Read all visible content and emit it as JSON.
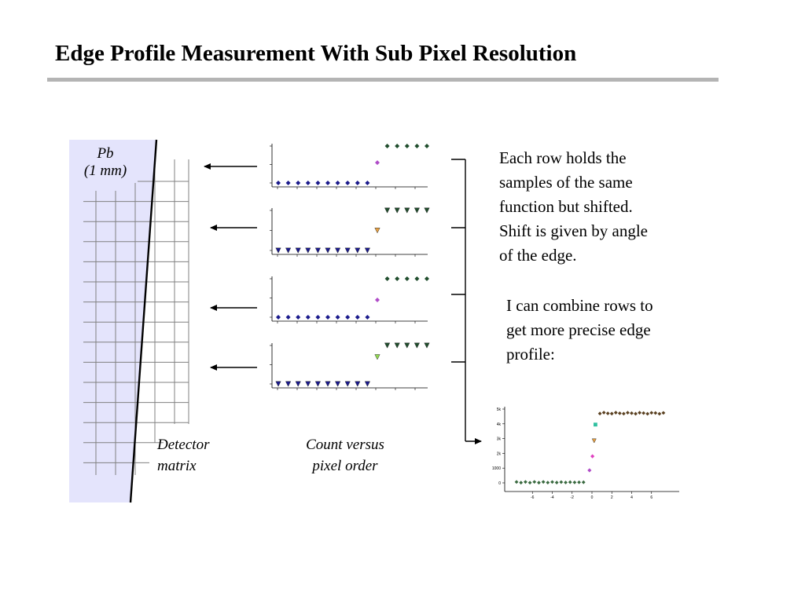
{
  "slide": {
    "title": "Edge Profile Measurement With Sub Pixel Resolution"
  },
  "labels": {
    "pb_line1": "Pb",
    "pb_line2": "(1 mm)",
    "detector_line1": "Detector",
    "detector_line2": "matrix",
    "count_line1": "Count versus",
    "count_line2": "pixel order"
  },
  "text": {
    "paragraph1": "Each row holds the\nsamples of the same\nfunction but shifted.\nShift is given by angle\nof the edge.",
    "paragraph2": "I can combine rows to\nget more precise edge\nprofile:"
  },
  "colors": {
    "lead_fill": "#e4e4fc",
    "grid_line": "#808080",
    "low_marker": "#1a1a8c",
    "high_marker": "#1f4d2c",
    "transition_diamond": "#b04cc8",
    "transition_triangle": "#e8a040",
    "transition_triangle_green": "#90d850",
    "combined_low": "#3048b8",
    "combined_high": "#5a4020",
    "combined_cyan": "#30c0a0",
    "combined_magenta": "#e040c0"
  },
  "chart_data": [
    {
      "type": "scatter",
      "marker": "diamond",
      "x": [
        1,
        2,
        3,
        4,
        5,
        6,
        7,
        8,
        9,
        10,
        11,
        12,
        13,
        14,
        15,
        16
      ],
      "y": [
        0,
        0,
        0,
        0,
        0,
        0,
        0,
        0,
        0,
        0,
        0.55,
        1,
        1,
        1,
        1,
        1
      ]
    },
    {
      "type": "scatter",
      "marker": "triangle",
      "x": [
        1,
        2,
        3,
        4,
        5,
        6,
        7,
        8,
        9,
        10,
        11,
        12,
        13,
        14,
        15,
        16
      ],
      "y": [
        0,
        0,
        0,
        0,
        0,
        0,
        0,
        0,
        0,
        0,
        0.5,
        1,
        1,
        1,
        1,
        1
      ]
    },
    {
      "type": "scatter",
      "marker": "diamond",
      "x": [
        1,
        2,
        3,
        4,
        5,
        6,
        7,
        8,
        9,
        10,
        11,
        12,
        13,
        14,
        15,
        16
      ],
      "y": [
        0,
        0,
        0,
        0,
        0,
        0,
        0,
        0,
        0,
        0,
        0.45,
        1,
        1,
        1,
        1,
        1
      ]
    },
    {
      "type": "scatter",
      "marker": "triangle",
      "x": [
        1,
        2,
        3,
        4,
        5,
        6,
        7,
        8,
        9,
        10,
        11,
        12,
        13,
        14,
        15,
        16
      ],
      "y": [
        0,
        0,
        0,
        0,
        0,
        0,
        0,
        0,
        0,
        0,
        0.7,
        1,
        1,
        1,
        1,
        1
      ]
    },
    {
      "type": "scatter",
      "x_ticks": [
        "-6",
        "-4",
        "-2",
        "0",
        "2",
        "4",
        "6"
      ],
      "y_ticks": [
        "0",
        "1000",
        "2k",
        "3k",
        "4k",
        "5k"
      ],
      "xlim": [
        -8,
        8
      ],
      "ylim": [
        0,
        5000
      ],
      "low_level": 40,
      "high_level": 4720
    }
  ]
}
